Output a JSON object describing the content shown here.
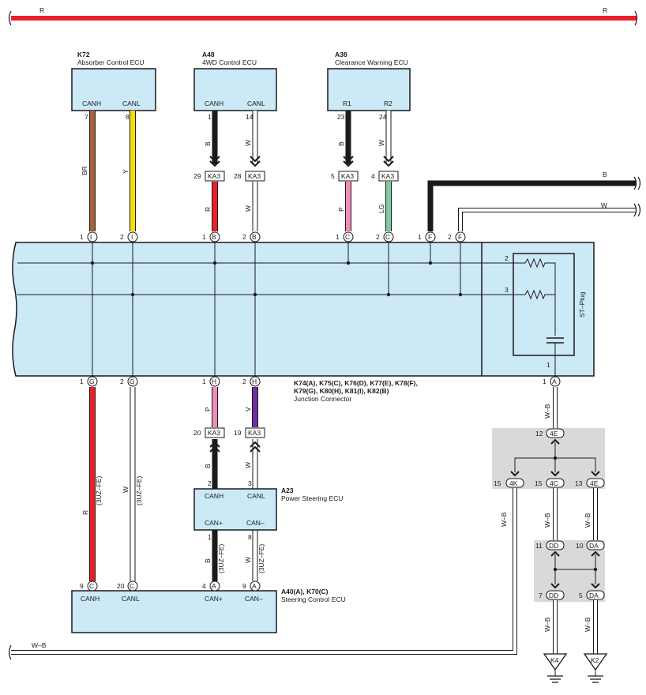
{
  "bus_top": {
    "left_label": "R",
    "right_label": "R"
  },
  "components": {
    "k72": {
      "code": "K72",
      "name": "Absorber Control ECU",
      "canh": "CANH",
      "canl": "CANL",
      "pin_h": "7",
      "pin_l": "8"
    },
    "a48": {
      "code": "A48",
      "name": "4WD Control ECU",
      "canh": "CANH",
      "canl": "CANL",
      "pin_h": "1",
      "pin_l": "14"
    },
    "a38": {
      "code": "A38",
      "name": "Clearance Warning ECU",
      "r1": "R1",
      "r2": "R2",
      "pin_1": "23",
      "pin_2": "24"
    },
    "a23": {
      "code": "A23",
      "name": "Power Steering ECU",
      "canh": "CANH",
      "canl": "CANL",
      "canp": "CAN+",
      "canm": "CAN–",
      "pin_h": "2",
      "pin_l": "3",
      "pin_p": "1",
      "pin_m": "8"
    },
    "a40": {
      "code": "A40(A), K70(C)",
      "name": "Steering Control ECU",
      "canh": "CANH",
      "canl": "CANL",
      "canp": "CAN+",
      "canm": "CAN–",
      "pin_1": "9",
      "pin_2": "20",
      "pin_3": "4",
      "pin_4": "9",
      "conn_1": "C",
      "conn_2": "C",
      "conn_3": "A",
      "conn_4": "A"
    }
  },
  "junction": {
    "line1": "K74(A), K75(C), K76(D), K77(E), K78(F),",
    "line2": "K79(G), K80(H), K81(I), K82(B)",
    "name": "Junction Connector",
    "st_plug": "ST–Plug",
    "st_pin_2": "2",
    "st_pin_3": "3",
    "st_pin_1": "1",
    "top_pins": [
      {
        "num": "1",
        "letter": "I"
      },
      {
        "num": "2",
        "letter": "I"
      },
      {
        "num": "1",
        "letter": "B"
      },
      {
        "num": "2",
        "letter": "B"
      },
      {
        "num": "1",
        "letter": "C"
      },
      {
        "num": "2",
        "letter": "C"
      },
      {
        "num": "1",
        "letter": "F"
      },
      {
        "num": "2",
        "letter": "F"
      }
    ],
    "bottom_pins": [
      {
        "num": "1",
        "letter": "G"
      },
      {
        "num": "2",
        "letter": "G"
      },
      {
        "num": "1",
        "letter": "H"
      },
      {
        "num": "2",
        "letter": "H"
      },
      {
        "num": "1",
        "letter": "A"
      }
    ]
  },
  "connectors": {
    "ka3": "KA3",
    "ka3_pins": [
      "29",
      "28",
      "5",
      "4",
      "20",
      "19"
    ],
    "c4e_top": {
      "num": "12",
      "label": "4E"
    },
    "c4k": {
      "num": "15",
      "label": "4K"
    },
    "c4c": {
      "num": "15",
      "label": "4C"
    },
    "c4e": {
      "num": "13",
      "label": "4E"
    },
    "dd_top": {
      "num": "11",
      "label": "DD"
    },
    "da_top": {
      "num": "10",
      "label": "DA"
    },
    "dd_bot": {
      "num": "7",
      "label": "DD"
    },
    "da_bot": {
      "num": "5",
      "label": "DA"
    }
  },
  "wire_labels": {
    "br": "BR",
    "y": "Y",
    "b": "B",
    "w": "W",
    "r": "R",
    "p": "P",
    "lg": "LG",
    "v": "V",
    "wb": "W–B",
    "uzfe": "(3UZ–FE)"
  },
  "right_wires": {
    "b": "B",
    "w": "W"
  },
  "bottom_wire": {
    "label": "W–B"
  },
  "grounds": {
    "k4": "K4",
    "k2": "K2"
  },
  "colors": {
    "ecu_fill": "#cce9f8",
    "grey_box": "#d9d9d9",
    "red": "#e8202a",
    "brown": "#a0623a",
    "yellow": "#f5dd0a",
    "black": "#1a1a1a",
    "pink": "#ef8cb8",
    "green": "#7fcaa0",
    "purple": "#7030a0"
  }
}
